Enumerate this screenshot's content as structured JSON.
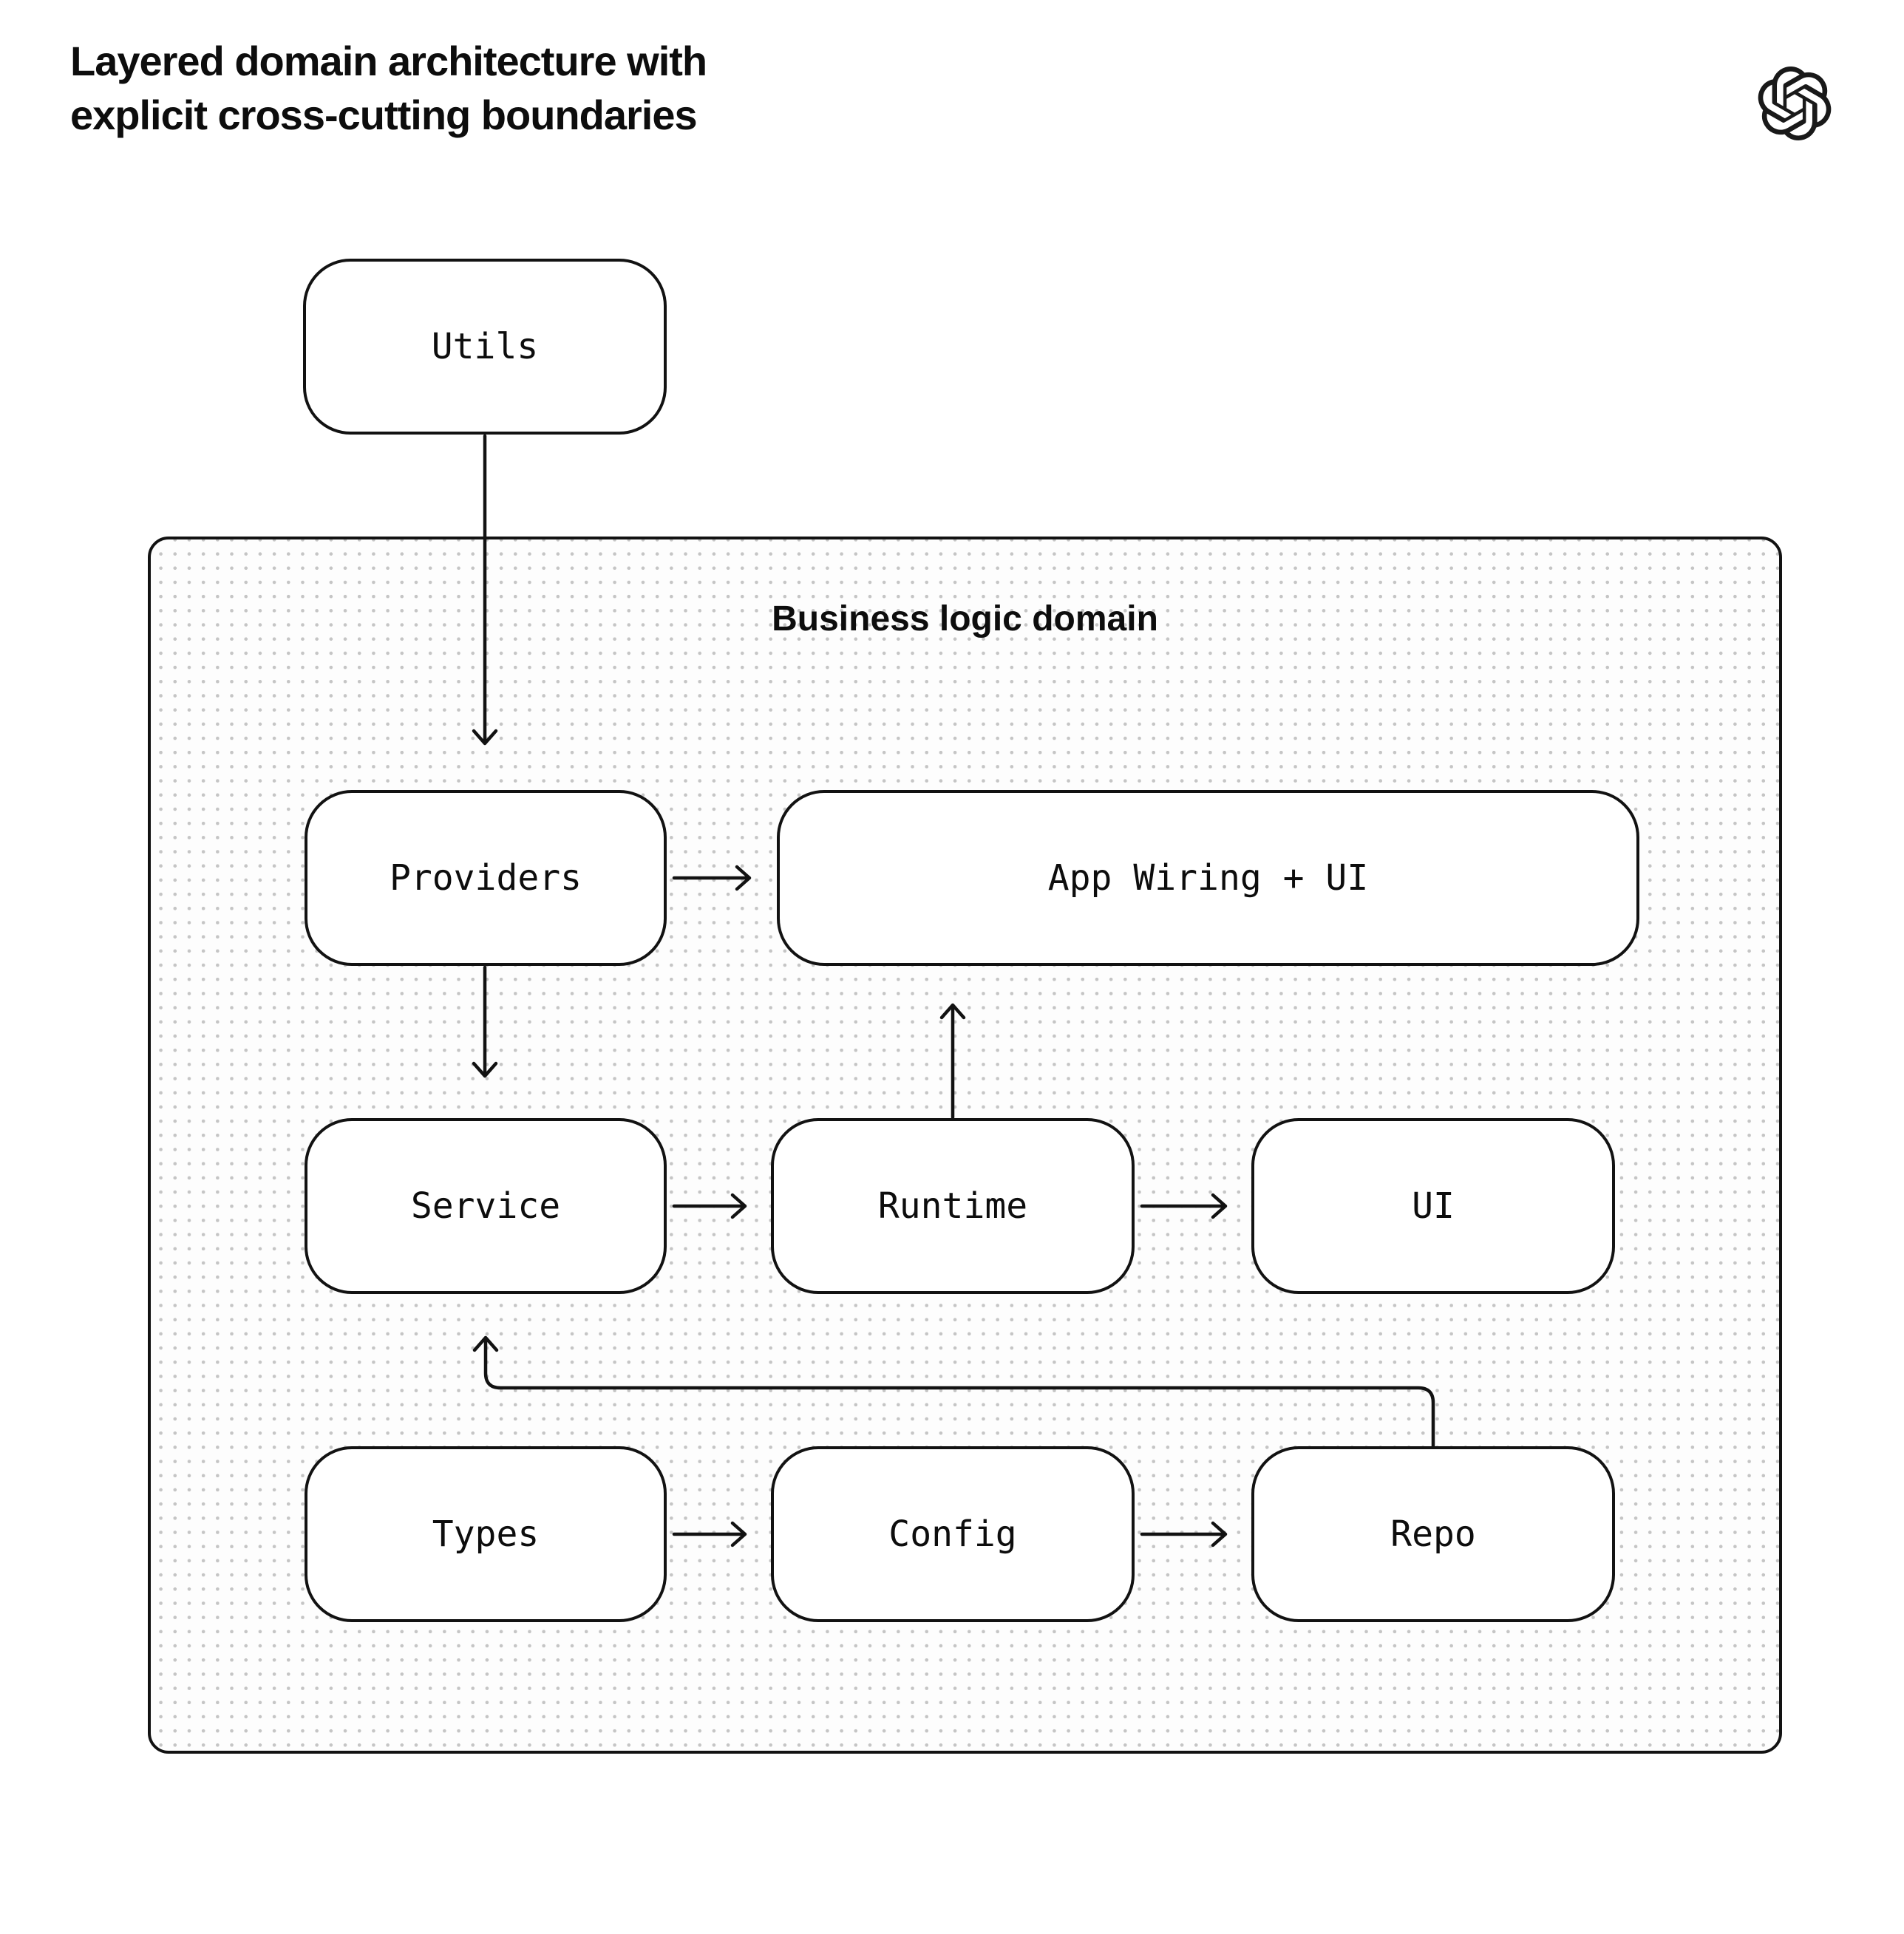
{
  "header": {
    "title": "Layered domain architecture with\nexplicit cross-cutting boundaries"
  },
  "icons": {
    "logo": "openai-logo"
  },
  "container": {
    "label": "Business logic domain"
  },
  "nodes": {
    "utils": {
      "label": "Utils"
    },
    "providers": {
      "label": "Providers"
    },
    "app_wiring": {
      "label": "App Wiring + UI"
    },
    "service": {
      "label": "Service"
    },
    "runtime": {
      "label": "Runtime"
    },
    "ui": {
      "label": "UI"
    },
    "types": {
      "label": "Types"
    },
    "config": {
      "label": "Config"
    },
    "repo": {
      "label": "Repo"
    }
  },
  "edges": [
    {
      "from": "utils",
      "to": "providers"
    },
    {
      "from": "providers",
      "to": "app_wiring"
    },
    {
      "from": "providers",
      "to": "service"
    },
    {
      "from": "service",
      "to": "runtime"
    },
    {
      "from": "runtime",
      "to": "app_wiring"
    },
    {
      "from": "runtime",
      "to": "ui"
    },
    {
      "from": "types",
      "to": "config"
    },
    {
      "from": "config",
      "to": "repo"
    },
    {
      "from": "repo",
      "to": "service"
    }
  ],
  "colors": {
    "ink": "#121212",
    "text": "#0d0d0d",
    "dot": "#c5c5c5",
    "panel_bg": "#fdfdfd",
    "page_bg": "#ffffff"
  }
}
